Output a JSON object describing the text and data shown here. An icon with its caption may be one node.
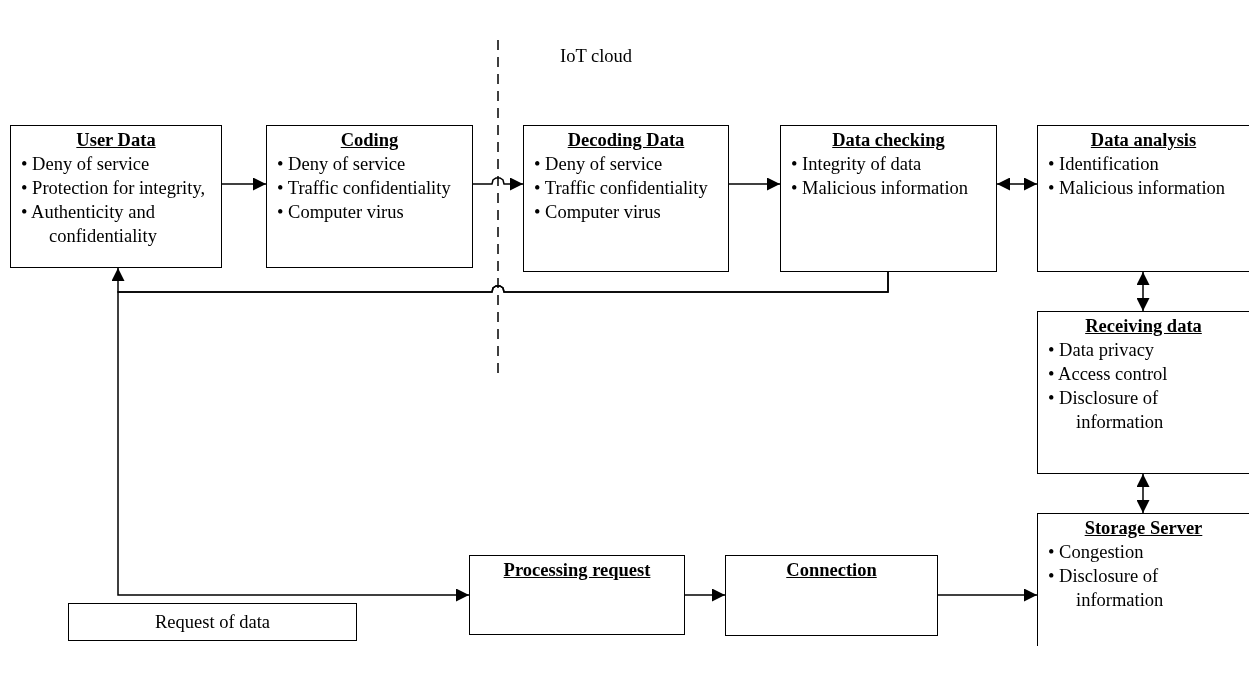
{
  "diagram": {
    "nodes": [
      {
        "text": [
          "User Data",
          "• Deny of service",
          "• Protection for integrity,",
          "• Authenticity and confidentiality"
        ]
      },
      {
        "text": [
          "Coding",
          "• Deny of service",
          "• Traffic confidentiality",
          "• Computer virus"
        ]
      },
      {
        "text": [
          "Decoding Data",
          "• Deny of service",
          "• Traffic confidentiality",
          "• Computer virus"
        ]
      },
      {
        "text": [
          "Data checking",
          "• Integrity of data",
          "• Malicious information"
        ]
      },
      {
        "text": [
          "Data analysis",
          "• Identification",
          "• Malicious information"
        ]
      },
      {
        "text": [
          "Receiving data",
          "• Data privacy",
          "• Access control",
          "• Disclosure of information"
        ]
      },
      {
        "text": [
          "Storage Server",
          "• Congestion",
          "• Disclosure of information"
        ]
      },
      {
        "text": [
          "Processing request"
        ]
      },
      {
        "text": [
          "Connection"
        ]
      },
      {
        "text": [
          "Request of data"
        ]
      }
    ],
    "edges": [
      {
        "from": 0,
        "to": 1,
        "arrow": "to"
      },
      {
        "from": 1,
        "to": 2,
        "arrow": "to"
      },
      {
        "from": 2,
        "to": 3,
        "arrow": "to"
      },
      {
        "from": 3,
        "to": 4,
        "arrow": "both"
      },
      {
        "from": 4,
        "to": 5,
        "arrow": "both"
      },
      {
        "from": 5,
        "to": 6,
        "arrow": "both"
      },
      {
        "from": 3,
        "to": 0,
        "arrow": "to"
      },
      {
        "from": 3,
        "to": 7,
        "arrow": "to"
      },
      {
        "from": 7,
        "to": 8,
        "arrow": "to"
      },
      {
        "from": 8,
        "to": 6,
        "arrow": "to"
      }
    ],
    "labels": [
      "IoT cloud"
    ]
  }
}
